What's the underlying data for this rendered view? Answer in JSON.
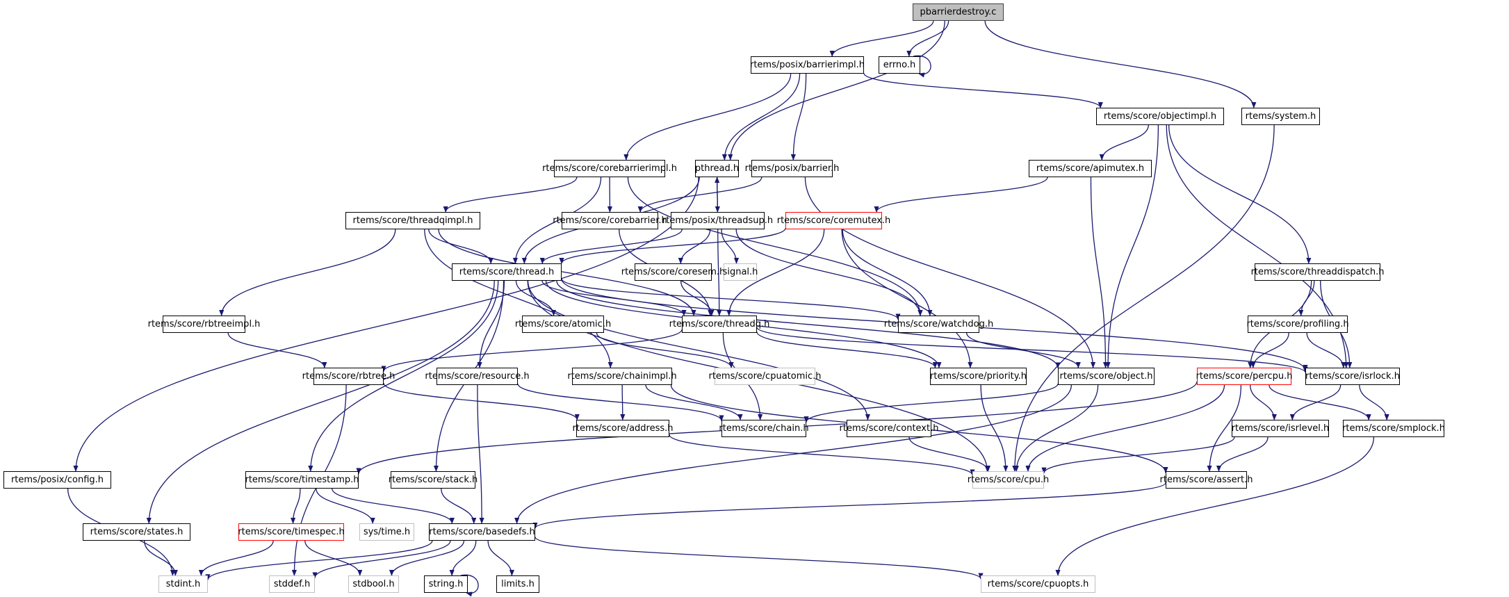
{
  "graph": {
    "title": "pbarrierdestroy.c include dependency graph",
    "edge_color": "#191970",
    "nodes": [
      {
        "id": "pbarrierdestroy",
        "label": "pbarrierdestroy.c",
        "style": "root"
      },
      {
        "id": "barrierimpl",
        "label": "rtems/posix/barrierimpl.h",
        "style": "normal"
      },
      {
        "id": "errno",
        "label": "errno.h",
        "style": "normal"
      },
      {
        "id": "objectimpl",
        "label": "rtems/score/objectimpl.h",
        "style": "normal"
      },
      {
        "id": "system",
        "label": "rtems/system.h",
        "style": "normal"
      },
      {
        "id": "corebarrierimpl",
        "label": "rtems/score/corebarrierimpl.h",
        "style": "normal"
      },
      {
        "id": "pthread",
        "label": "pthread.h",
        "style": "normal"
      },
      {
        "id": "barrier",
        "label": "rtems/posix/barrier.h",
        "style": "normal"
      },
      {
        "id": "apimutex",
        "label": "rtems/score/apimutex.h",
        "style": "normal"
      },
      {
        "id": "threadqimpl",
        "label": "rtems/score/threadqimpl.h",
        "style": "normal"
      },
      {
        "id": "corebarrier",
        "label": "rtems/score/corebarrier.h",
        "style": "normal"
      },
      {
        "id": "threadsup",
        "label": "rtems/posix/threadsup.h",
        "style": "normal"
      },
      {
        "id": "coremutex",
        "label": "rtems/score/coremutex.h",
        "style": "red"
      },
      {
        "id": "thread",
        "label": "rtems/score/thread.h",
        "style": "normal"
      },
      {
        "id": "coresem",
        "label": "rtems/score/coresem.h",
        "style": "normal"
      },
      {
        "id": "signal",
        "label": "signal.h",
        "style": "ext"
      },
      {
        "id": "threaddispatch",
        "label": "rtems/score/threaddispatch.h",
        "style": "normal"
      },
      {
        "id": "rbtreeimpl",
        "label": "rtems/score/rbtreeimpl.h",
        "style": "normal"
      },
      {
        "id": "atomic",
        "label": "rtems/score/atomic.h",
        "style": "normal"
      },
      {
        "id": "threadq",
        "label": "rtems/score/threadq.h",
        "style": "normal"
      },
      {
        "id": "watchdog",
        "label": "rtems/score/watchdog.h",
        "style": "normal"
      },
      {
        "id": "profiling",
        "label": "rtems/score/profiling.h",
        "style": "normal"
      },
      {
        "id": "rbtree",
        "label": "rtems/score/rbtree.h",
        "style": "normal"
      },
      {
        "id": "resource",
        "label": "rtems/score/resource.h",
        "style": "normal"
      },
      {
        "id": "chainimpl",
        "label": "rtems/score/chainimpl.h",
        "style": "normal"
      },
      {
        "id": "cpuatomic",
        "label": "rtems/score/cpuatomic.h",
        "style": "ext"
      },
      {
        "id": "priority",
        "label": "rtems/score/priority.h",
        "style": "normal"
      },
      {
        "id": "object",
        "label": "rtems/score/object.h",
        "style": "normal"
      },
      {
        "id": "percpu",
        "label": "rtems/score/percpu.h",
        "style": "red"
      },
      {
        "id": "isrlock",
        "label": "rtems/score/isrlock.h",
        "style": "normal"
      },
      {
        "id": "address",
        "label": "rtems/score/address.h",
        "style": "normal"
      },
      {
        "id": "chain",
        "label": "rtems/score/chain.h",
        "style": "normal"
      },
      {
        "id": "context",
        "label": "rtems/score/context.h",
        "style": "normal"
      },
      {
        "id": "isrlevel",
        "label": "rtems/score/isrlevel.h",
        "style": "normal"
      },
      {
        "id": "smplock",
        "label": "rtems/score/smplock.h",
        "style": "normal"
      },
      {
        "id": "posixconfig",
        "label": "rtems/posix/config.h",
        "style": "normal"
      },
      {
        "id": "timestamp",
        "label": "rtems/score/timestamp.h",
        "style": "normal"
      },
      {
        "id": "stack",
        "label": "rtems/score/stack.h",
        "style": "normal"
      },
      {
        "id": "cpu",
        "label": "rtems/score/cpu.h",
        "style": "ext"
      },
      {
        "id": "assert",
        "label": "rtems/score/assert.h",
        "style": "normal"
      },
      {
        "id": "states",
        "label": "rtems/score/states.h",
        "style": "normal"
      },
      {
        "id": "timespec",
        "label": "rtems/score/timespec.h",
        "style": "red"
      },
      {
        "id": "systime",
        "label": "sys/time.h",
        "style": "ext"
      },
      {
        "id": "basedefs",
        "label": "rtems/score/basedefs.h",
        "style": "normal"
      },
      {
        "id": "stdint",
        "label": "stdint.h",
        "style": "ext"
      },
      {
        "id": "stddef",
        "label": "stddef.h",
        "style": "ext"
      },
      {
        "id": "stdbool",
        "label": "stdbool.h",
        "style": "ext"
      },
      {
        "id": "string",
        "label": "string.h",
        "style": "normal"
      },
      {
        "id": "limits",
        "label": "limits.h",
        "style": "normal"
      },
      {
        "id": "cpuopts",
        "label": "rtems/score/cpuopts.h",
        "style": "ext"
      }
    ],
    "edges": [
      [
        "pbarrierdestroy",
        "barrierimpl"
      ],
      [
        "pbarrierdestroy",
        "errno"
      ],
      [
        "pbarrierdestroy",
        "pthread"
      ],
      [
        "pbarrierdestroy",
        "system"
      ],
      [
        "errno",
        "errno"
      ],
      [
        "barrierimpl",
        "corebarrierimpl"
      ],
      [
        "barrierimpl",
        "pthread"
      ],
      [
        "barrierimpl",
        "barrier"
      ],
      [
        "barrierimpl",
        "objectimpl"
      ],
      [
        "objectimpl",
        "apimutex"
      ],
      [
        "objectimpl",
        "object"
      ],
      [
        "objectimpl",
        "threaddispatch"
      ],
      [
        "objectimpl",
        "isrlock"
      ],
      [
        "system",
        "cpu"
      ],
      [
        "corebarrierimpl",
        "threadqimpl"
      ],
      [
        "corebarrierimpl",
        "corebarrier"
      ],
      [
        "corebarrierimpl",
        "thread"
      ],
      [
        "corebarrierimpl",
        "watchdog"
      ],
      [
        "pthread",
        "threadsup"
      ],
      [
        "pthread",
        "posixconfig"
      ],
      [
        "pthread",
        "thread"
      ],
      [
        "barrier",
        "corebarrier"
      ],
      [
        "barrier",
        "object"
      ],
      [
        "apimutex",
        "coremutex"
      ],
      [
        "apimutex",
        "object"
      ],
      [
        "threadqimpl",
        "thread"
      ],
      [
        "threadqimpl",
        "threadq"
      ],
      [
        "threadqimpl",
        "rbtreeimpl"
      ],
      [
        "threadqimpl",
        "chainimpl"
      ],
      [
        "corebarrier",
        "threadq"
      ],
      [
        "threadsup",
        "pthread"
      ],
      [
        "threadsup",
        "thread"
      ],
      [
        "threadsup",
        "coresem"
      ],
      [
        "threadsup",
        "signal"
      ],
      [
        "threadsup",
        "threadq"
      ],
      [
        "threadsup",
        "watchdog"
      ],
      [
        "coremutex",
        "thread"
      ],
      [
        "coremutex",
        "threadq"
      ],
      [
        "coremutex",
        "watchdog"
      ],
      [
        "coremutex",
        "priority"
      ],
      [
        "thread",
        "atomic"
      ],
      [
        "thread",
        "threadq"
      ],
      [
        "thread",
        "watchdog"
      ],
      [
        "thread",
        "resource"
      ],
      [
        "thread",
        "object"
      ],
      [
        "thread",
        "priority"
      ],
      [
        "thread",
        "isrlock"
      ],
      [
        "thread",
        "context"
      ],
      [
        "thread",
        "states"
      ],
      [
        "thread",
        "timestamp"
      ],
      [
        "thread",
        "stack"
      ],
      [
        "thread",
        "cpu"
      ],
      [
        "coresem",
        "threadq"
      ],
      [
        "threaddispatch",
        "profiling"
      ],
      [
        "threaddispatch",
        "percpu"
      ],
      [
        "threaddispatch",
        "isrlock"
      ],
      [
        "rbtreeimpl",
        "rbtree"
      ],
      [
        "atomic",
        "cpuatomic"
      ],
      [
        "threadq",
        "rbtree"
      ],
      [
        "threadq",
        "chain"
      ],
      [
        "threadq",
        "priority"
      ],
      [
        "threadq",
        "isrlock"
      ],
      [
        "watchdog",
        "object"
      ],
      [
        "profiling",
        "percpu"
      ],
      [
        "profiling",
        "isrlock"
      ],
      [
        "rbtree",
        "address"
      ],
      [
        "rbtree",
        "stddef"
      ],
      [
        "resource",
        "chain"
      ],
      [
        "resource",
        "basedefs"
      ],
      [
        "chainimpl",
        "address"
      ],
      [
        "chainimpl",
        "chain"
      ],
      [
        "chainimpl",
        "assert"
      ],
      [
        "priority",
        "cpu"
      ],
      [
        "object",
        "chain"
      ],
      [
        "object",
        "cpu"
      ],
      [
        "object",
        "basedefs"
      ],
      [
        "percpu",
        "isrlevel"
      ],
      [
        "percpu",
        "smplock"
      ],
      [
        "percpu",
        "assert"
      ],
      [
        "percpu",
        "cpu"
      ],
      [
        "percpu",
        "timestamp"
      ],
      [
        "isrlock",
        "isrlevel"
      ],
      [
        "isrlock",
        "smplock"
      ],
      [
        "address",
        "cpu"
      ],
      [
        "context",
        "cpu"
      ],
      [
        "isrlevel",
        "cpu"
      ],
      [
        "isrlevel",
        "assert"
      ],
      [
        "smplock",
        "cpuopts"
      ],
      [
        "posixconfig",
        "stdint"
      ],
      [
        "timestamp",
        "timespec"
      ],
      [
        "timestamp",
        "systime"
      ],
      [
        "timestamp",
        "basedefs"
      ],
      [
        "stack",
        "basedefs"
      ],
      [
        "assert",
        "basedefs"
      ],
      [
        "states",
        "stdint"
      ],
      [
        "timespec",
        "stdint"
      ],
      [
        "timespec",
        "stdbool"
      ],
      [
        "basedefs",
        "stdint"
      ],
      [
        "basedefs",
        "stddef"
      ],
      [
        "basedefs",
        "stdbool"
      ],
      [
        "basedefs",
        "string"
      ],
      [
        "basedefs",
        "limits"
      ],
      [
        "basedefs",
        "cpuopts"
      ],
      [
        "string",
        "string"
      ]
    ]
  }
}
